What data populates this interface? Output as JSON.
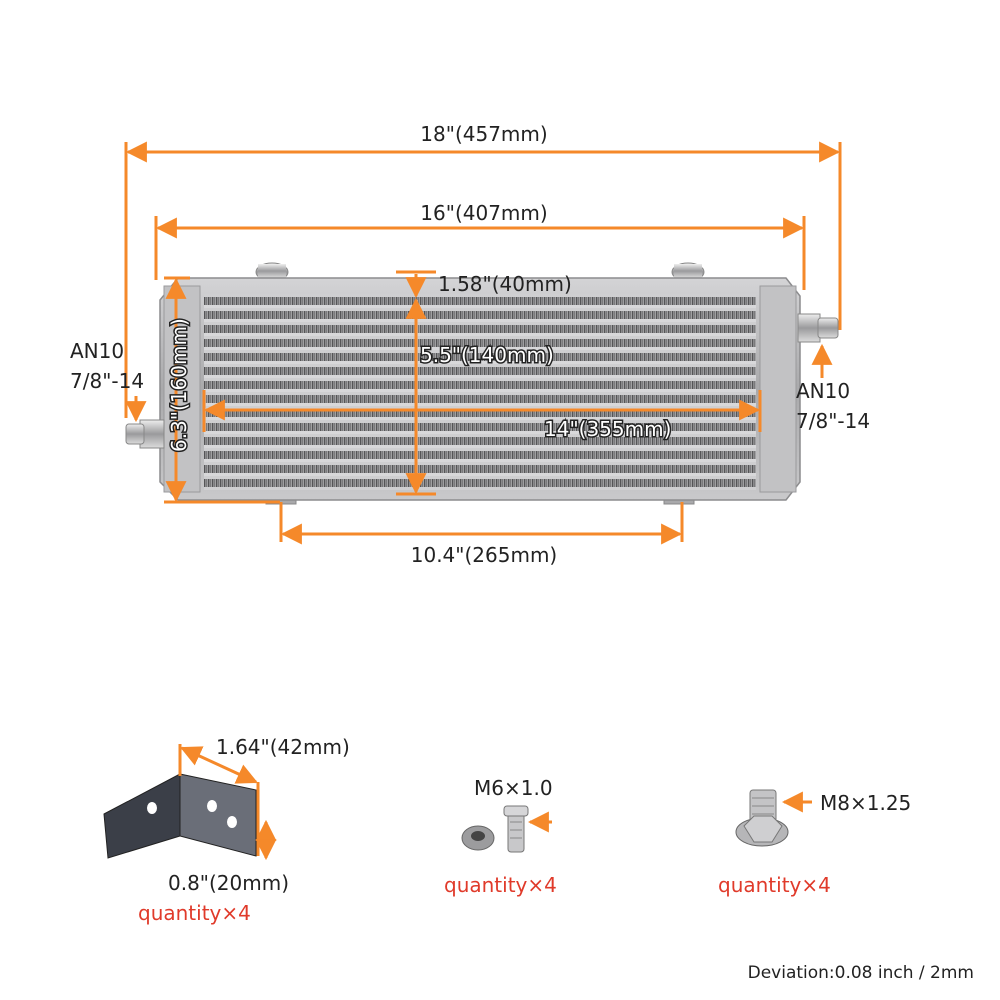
{
  "dimensions": {
    "overall_width": "18\"(457mm)",
    "core_width": "16\"(407mm)",
    "core_height_outer": "6.3\"(160mm)",
    "end_tank": "1.58\"(40mm)",
    "core_height": "5.5\"(140mm)",
    "core_length": "14\"(355mm)",
    "mount_spacing": "10.4\"(265mm)"
  },
  "fittings": {
    "left_line1": "AN10",
    "left_line2": "7/8\"-14",
    "right_line1": "AN10",
    "right_line2": "7/8\"-14"
  },
  "hardware": {
    "bracket_width": "1.64\"(42mm)",
    "bracket_height": "0.8\"(20mm)",
    "bracket_qty": "quantity×4",
    "bolt_small": "M6×1.0",
    "bolt_small_qty": "quantity×4",
    "bolt_large": "M8×1.25",
    "bolt_large_qty": "quantity×4"
  },
  "footer": {
    "deviation": "Deviation:0.08 inch / 2mm"
  },
  "colors": {
    "dimension_line": "#f5892a",
    "quantity_text": "#e03a2a",
    "cooler_body": "#b9b9bb",
    "fin_dark": "#4a4a4c"
  }
}
